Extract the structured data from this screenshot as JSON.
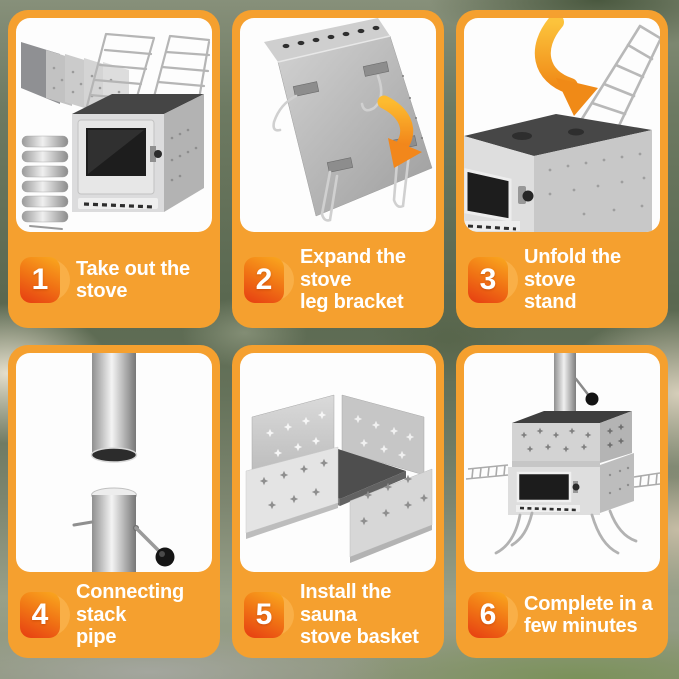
{
  "page": {
    "kind": "product-assembly-instructions",
    "scene": "blurred campsite photo background"
  },
  "colors": {
    "panel_orange": "#F5A02F",
    "badge_gradient_top": "#F9A41E",
    "badge_gradient_bottom": "#E63C12",
    "badge_arc": "#F9AF47",
    "caption_text": "#FFFFFF",
    "art_background": "#FDFDFD",
    "arrow_orange": "#F28A1C"
  },
  "steps": [
    {
      "number": "1",
      "label": "Take out the\nstove",
      "illustration": "stove-with-reflector-plates-and-pipe-sections"
    },
    {
      "number": "2",
      "label": "Expand the stove\nleg bracket",
      "illustration": "stove-underside-fold-out-legs-arrow"
    },
    {
      "number": "3",
      "label": "Unfold the stove\nstand",
      "illustration": "stove-corner-wire-stand-unfold-arrow"
    },
    {
      "number": "4",
      "label": "Connecting stack\npipe",
      "illustration": "two-stack-pipe-sections-with-damper-handle"
    },
    {
      "number": "5",
      "label": "Install the sauna\nstove basket",
      "illustration": "sauna-basket-perforated-side-walls"
    },
    {
      "number": "6",
      "label": "Complete in a\nfew minutes",
      "illustration": "fully-assembled-stove-with-chimney"
    }
  ]
}
